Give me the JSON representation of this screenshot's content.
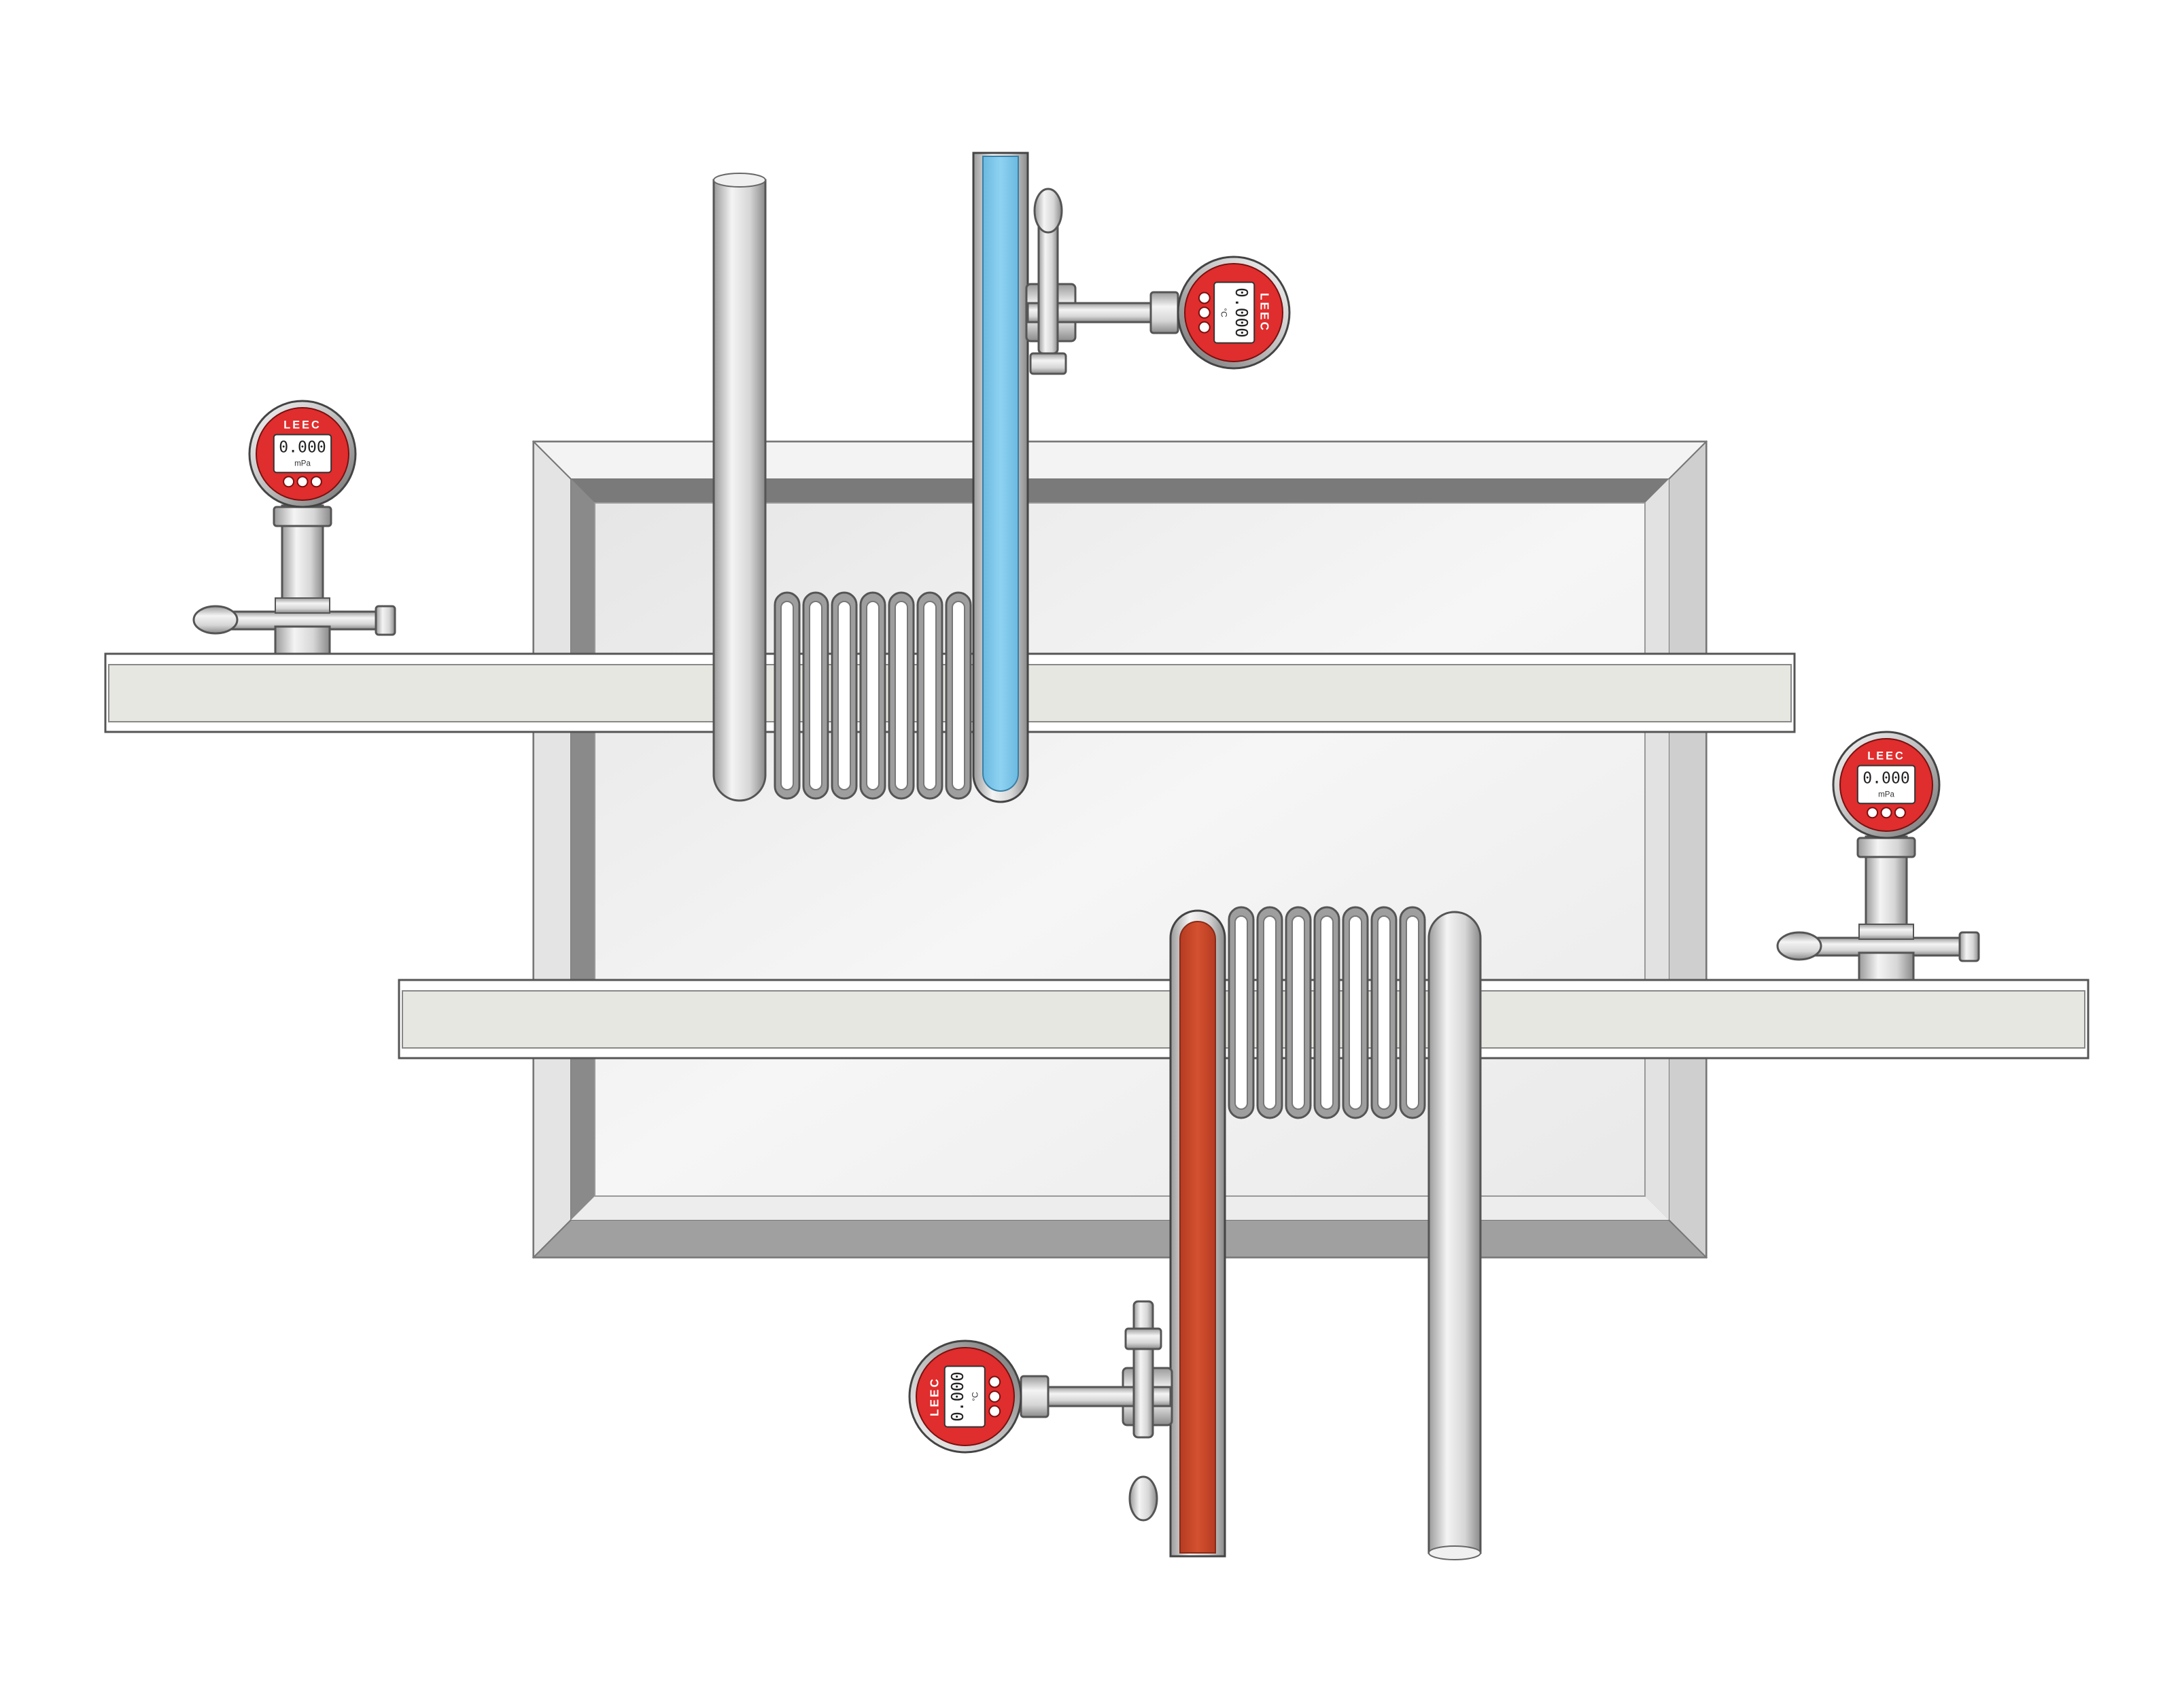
{
  "diagram": {
    "colors": {
      "pipe_light": "#e8e8e2",
      "tube_blue": "#7ec8ec",
      "tube_red": "#c9462c",
      "gauge_red": "#e02d2d",
      "steel_dark": "#8f8f8f",
      "steel_light": "#f2f2f2"
    },
    "gauges": [
      {
        "brand": "LEEC",
        "reading": "0.000",
        "unit": "mPa"
      },
      {
        "brand": "LEEC",
        "reading": "0.000",
        "unit": "mPa"
      },
      {
        "brand": "LEEC",
        "reading": "0.000",
        "unit": "°C"
      },
      {
        "brand": "LEEC",
        "reading": "0.000",
        "unit": "°C"
      }
    ]
  }
}
